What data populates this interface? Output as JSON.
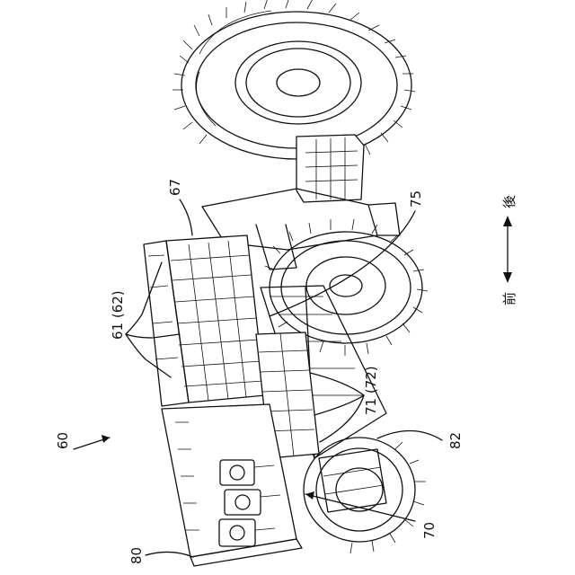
{
  "figure": {
    "labels": {
      "assembly": "60",
      "battery_top": "61 (62)",
      "battery_side": "71 (72)",
      "component_67": "67",
      "component_75": "75",
      "component_82": "82",
      "component_70": "70",
      "component_80": "80"
    },
    "direction": {
      "rear": "後",
      "front": "前"
    }
  }
}
